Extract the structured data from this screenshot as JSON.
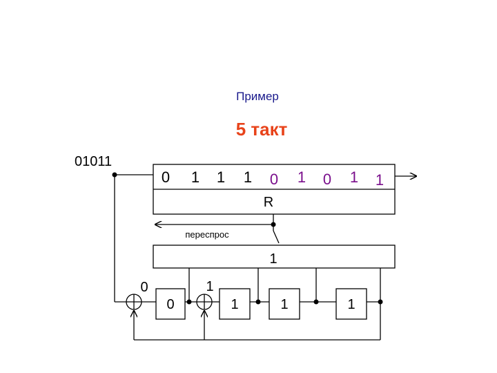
{
  "slide": {
    "heading": "Пример",
    "subheading": "5 такт"
  },
  "input_sequence": "01011",
  "output_bits": [
    {
      "value": "0",
      "color": "#000000"
    },
    {
      "value": "1",
      "color": "#000000"
    },
    {
      "value": "1",
      "color": "#000000"
    },
    {
      "value": "1",
      "color": "#000000"
    },
    {
      "value": "0",
      "color": "#7a0f8c"
    },
    {
      "value": "1",
      "color": "#7a0f8c"
    },
    {
      "value": "0",
      "color": "#7a0f8c"
    },
    {
      "value": "1",
      "color": "#7a0f8c"
    },
    {
      "value": "1",
      "color": "#7a0f8c"
    }
  ],
  "register_label": "R",
  "retransmit_label": "переспрос",
  "decoder_block_label": "1",
  "xor1_input_label": "0",
  "xor2_input_label": "1",
  "shift_cells": [
    "0",
    "1",
    "1",
    "1"
  ],
  "colors": {
    "heading": "#1a1a8c",
    "subheading": "#e8431a",
    "line": "#000000",
    "purple_bits": "#7a0f8c"
  }
}
